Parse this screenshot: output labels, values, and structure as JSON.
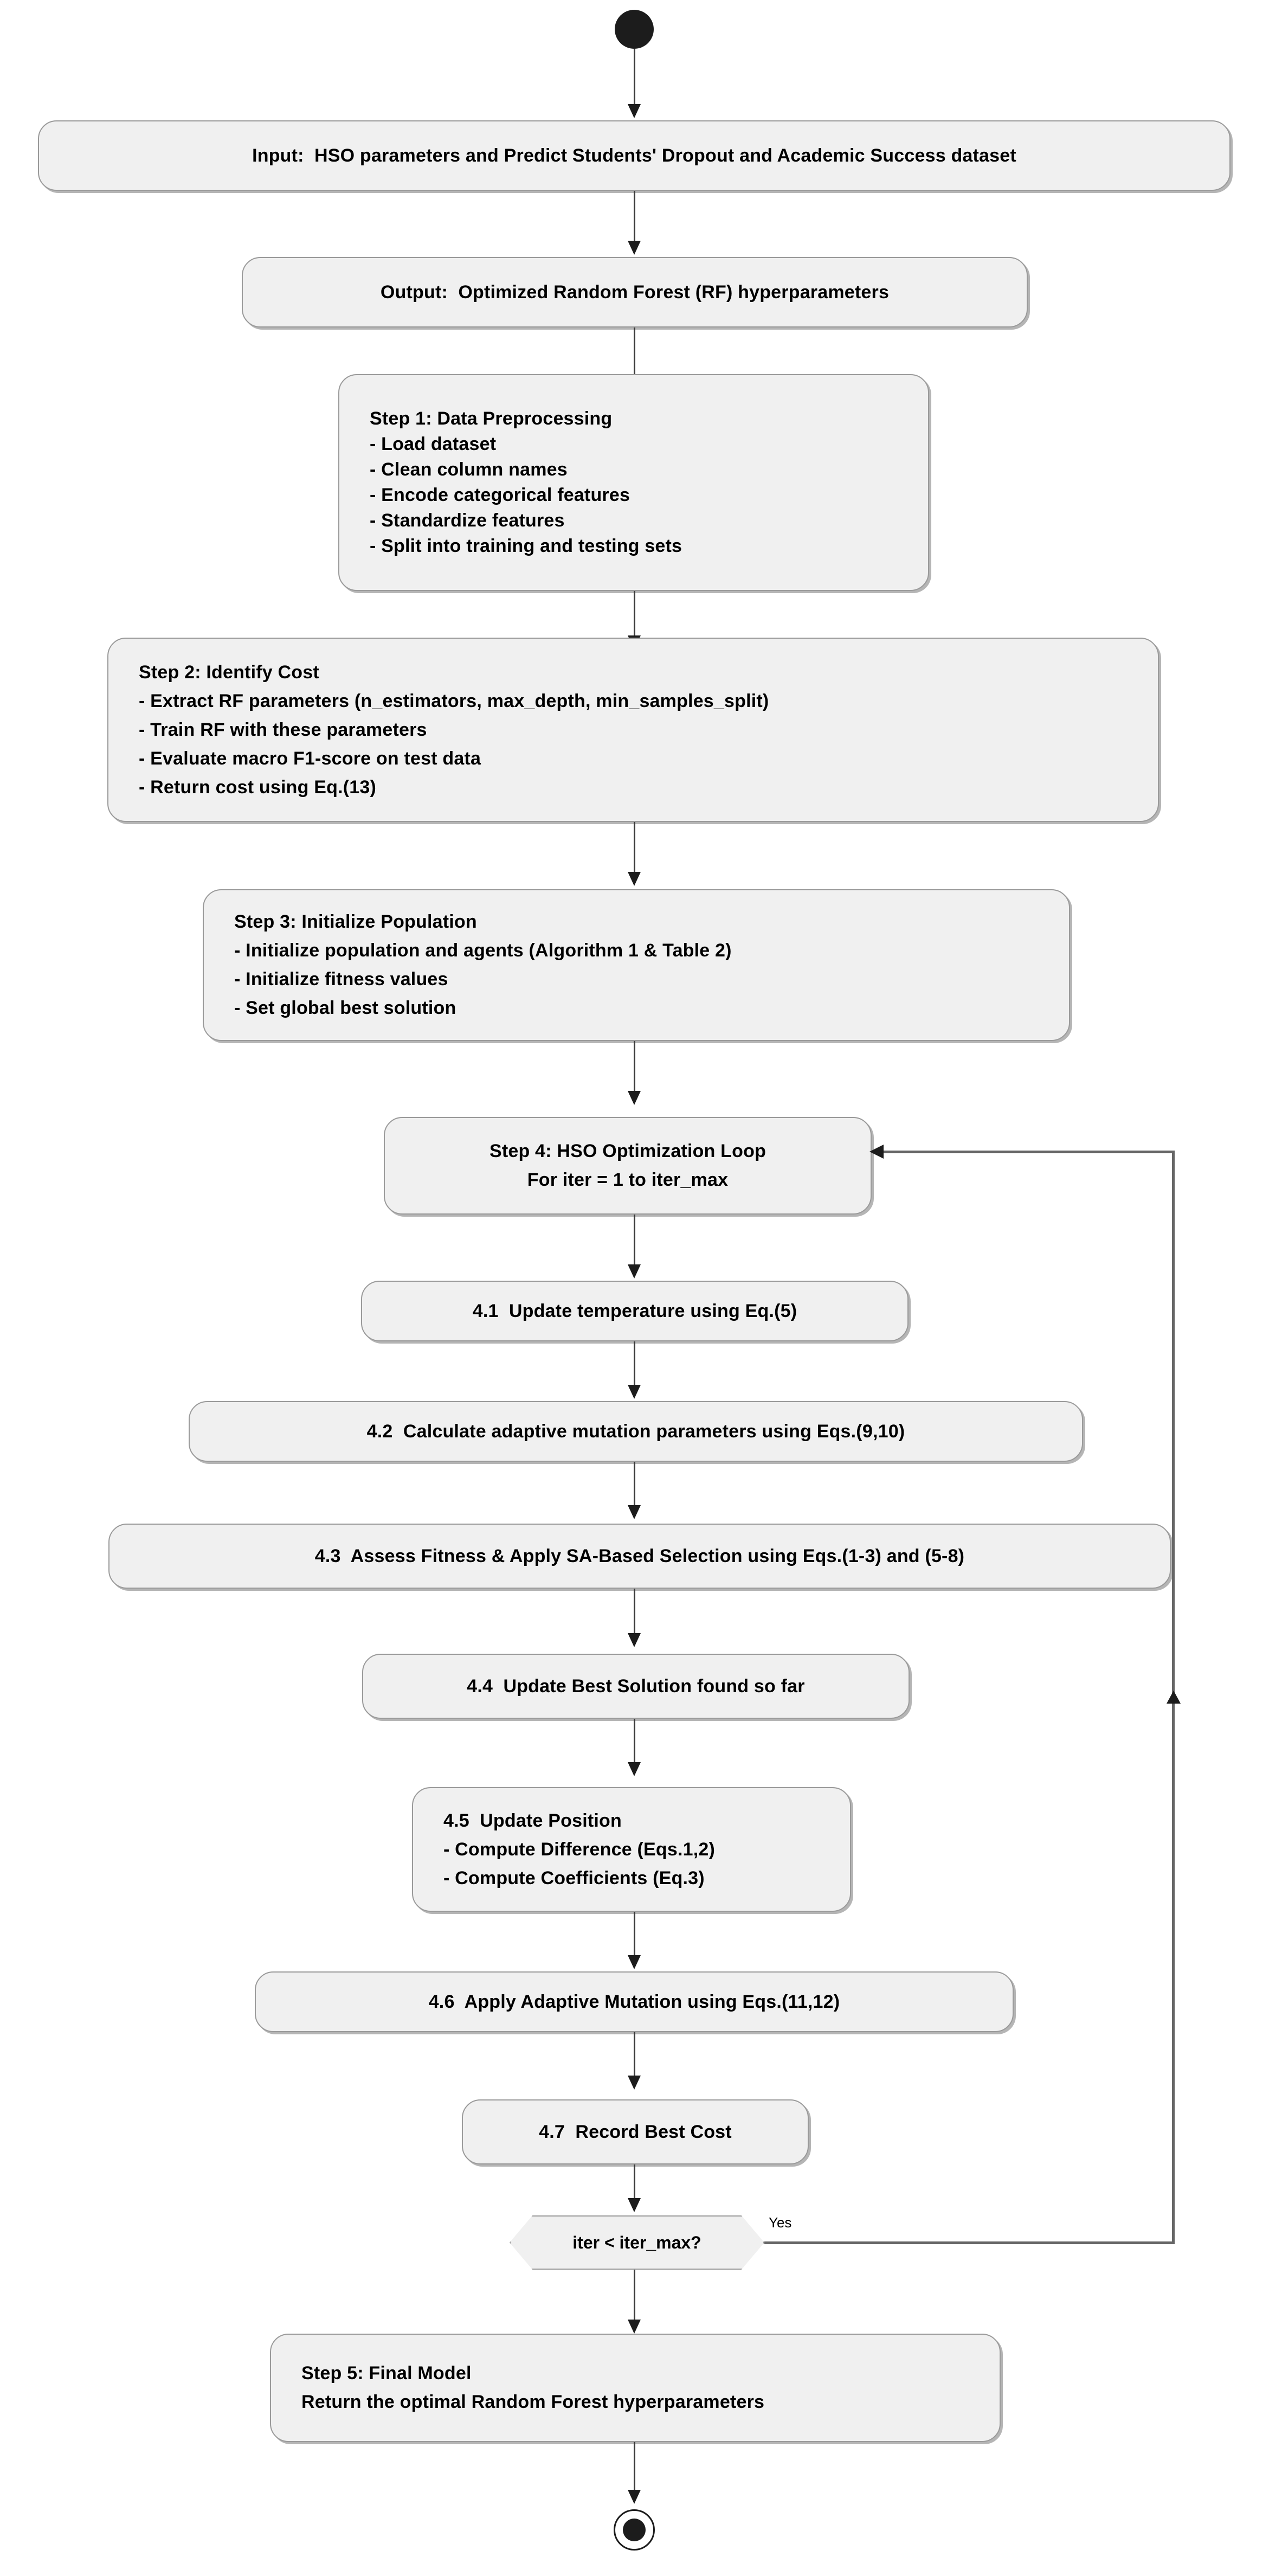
{
  "diagram": {
    "type": "flowchart",
    "title": "HSO-based Random Forest hyperparameter optimization flowchart",
    "start_node": "start-filled-circle",
    "end_node": "end-bullseye-circle",
    "edge_labels": {
      "yes": "Yes"
    },
    "colors": {
      "node_fill": "#f0f0f0",
      "node_border": "#9a9a9a",
      "connector": "#3a3a3a",
      "start_end": "#1c1c1c",
      "text": "#000000"
    }
  },
  "nodes": {
    "input": {
      "lines": [
        "Input:  HSO parameters and Predict Students' Dropout and Academic Success dataset"
      ]
    },
    "output": {
      "lines": [
        "Output:  Optimized Random Forest (RF) hyperparameters"
      ]
    },
    "step1": {
      "title": "Step 1: Data Preprocessing",
      "lines": [
        "- Load dataset",
        "- Clean column names",
        "- Encode categorical features",
        "- Standardize features",
        "- Split into training and testing sets"
      ]
    },
    "step2": {
      "title": "Step 2: Identify Cost",
      "lines": [
        "- Extract RF parameters (n_estimators, max_depth, min_samples_split)",
        "- Train RF with these parameters",
        "- Evaluate macro F1-score on test data",
        "- Return cost using Eq.(13)"
      ]
    },
    "step3": {
      "title": "Step 3: Initialize Population",
      "lines": [
        "- Initialize population and agents (Algorithm 1 & Table 2)",
        "- Initialize fitness values",
        "- Set global best solution"
      ]
    },
    "step4": {
      "title": "Step 4: HSO Optimization Loop",
      "lines": [
        "For iter = 1 to iter_max"
      ]
    },
    "step4_1": {
      "lines": [
        "4.1  Update temperature using Eq.(5)"
      ]
    },
    "step4_2": {
      "lines": [
        "4.2  Calculate adaptive mutation parameters using Eqs.(9,10)"
      ]
    },
    "step4_3": {
      "lines": [
        "4.3  Assess Fitness & Apply SA-Based Selection using Eqs.(1-3) and (5-8)"
      ]
    },
    "step4_4": {
      "lines": [
        "4.4  Update Best Solution found so far"
      ]
    },
    "step4_5": {
      "title": "4.5  Update Position",
      "lines": [
        "- Compute Difference (Eqs.1,2)",
        "- Compute Coefficients (Eq.3)"
      ]
    },
    "step4_6": {
      "lines": [
        "4.6  Apply Adaptive Mutation using Eqs.(11,12)"
      ]
    },
    "step4_7": {
      "lines": [
        "4.7  Record Best Cost"
      ]
    },
    "decision": {
      "text": "iter < iter_max?"
    },
    "step5": {
      "title": "Step 5: Final Model",
      "lines": [
        "Return the optimal Random Forest hyperparameters"
      ]
    }
  }
}
